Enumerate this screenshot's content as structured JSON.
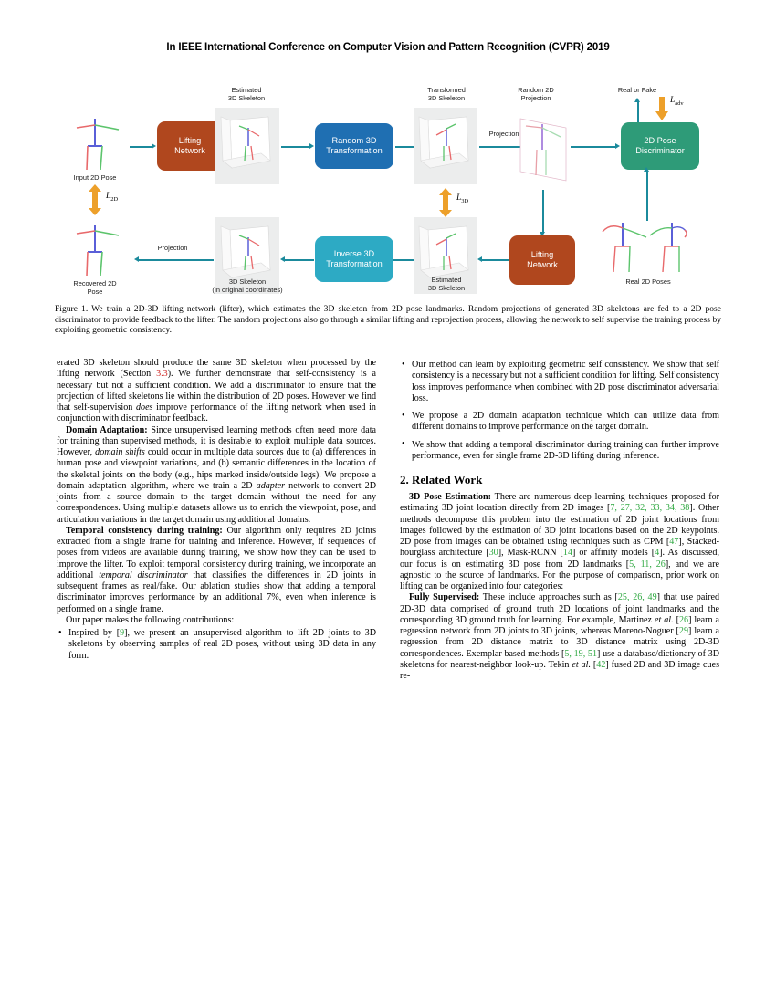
{
  "header": {
    "venue": "In IEEE International Conference on Computer Vision and Pattern Recognition (CVPR) 2019"
  },
  "figure": {
    "labels": {
      "input_2d_pose": "Input 2D Pose",
      "estimated_3d_skeleton_top": "Estimated\n3D Skeleton",
      "transformed_3d_skeleton": "Transformed\n3D Skeleton",
      "random_2d_projection": "Random 2D\nProjection",
      "real_or_fake": "Real or Fake",
      "recovered_2d_pose": "Recovered 2D\nPose",
      "skeleton_original_coords": "3D Skeleton\n(In original coordinates)",
      "estimated_3d_skeleton_bottom": "Estimated\n3D Skeleton",
      "real_2d_poses": "Real 2D Poses",
      "projection_top": "Projection",
      "projection_bottom": "Projection"
    },
    "boxes": {
      "lifting_network_top": "Lifting\nNetwork",
      "random_3d_transformation": "Random 3D\nTransformation",
      "pose_discriminator": "2D Pose\nDiscriminator",
      "inverse_3d_transformation": "Inverse 3D\nTransformation",
      "lifting_network_bottom": "Lifting\nNetwork"
    },
    "losses": {
      "l2d": "L",
      "l2d_sub": "2D",
      "l3d": "L",
      "l3d_sub": "3D",
      "ladv": "L",
      "ladv_sub": "adv"
    },
    "colors": {
      "lifting_network": "#b0471e",
      "random_transform": "#1f6fb2",
      "inverse_transform": "#2daac4",
      "discriminator": "#2e9b78",
      "arrow": "#1b8a9c",
      "loss_arrow": "#eda02a",
      "plot_bg": "#eceded",
      "limb_red": "#e8696b",
      "limb_green": "#5cc46c",
      "limb_blue": "#5a5fd8"
    },
    "caption": "Figure 1. We train a 2D-3D lifting network (lifter), which estimates the 3D skeleton from 2D pose landmarks. Random projections of generated 3D skeletons are fed to a 2D pose discriminator to provide feedback to the lifter. The random projections also go through a similar lifting and reprojection process, allowing the network to self supervise the training process by exploiting geometric consistency."
  },
  "left_column": {
    "para1_pre": "erated 3D skeleton should produce the same 3D skeleton when processed by the lifting network (Section ",
    "para1_ref": "3.3",
    "para1_post": "). We further demonstrate that self-consistency is a necessary but not a sufficient condition. We add a discriminator to ensure that the projection of lifted skeletons lie within the distribution of 2D poses. However we find that self-supervision ",
    "para1_em": "does",
    "para1_end": " improve performance of the lifting network when used in conjunction with discriminator feedback.",
    "para2_head": "Domain Adaptation:",
    "para2_a": " Since unsupervised learning methods often need more data for training than supervised methods, it is desirable to exploit multiple data sources. However, ",
    "para2_em1": "domain shifts",
    "para2_b": " could occur in multiple data sources due to (a) differences in human pose and viewpoint variations, and (b) semantic differences in the location of the skeletal joints on the body (e.g., hips marked inside/outside legs). We propose a domain adaptation algorithm, where we train a 2D ",
    "para2_em2": "adapter",
    "para2_c": " network to convert 2D joints from a source domain to the target domain without the need for any correspondences. Using multiple datasets allows us to enrich the viewpoint, pose, and articulation variations in the target domain using additional domains.",
    "para3_head": "Temporal consistency during training:",
    "para3_a": " Our algorithm only requires 2D joints extracted from a single frame for training and inference. However, if sequences of poses from videos are available during training, we show how they can be used to improve the lifter. To exploit temporal consistency during training, we incorporate an additional ",
    "para3_em": "temporal discriminator",
    "para3_b": " that classifies the differences in 2D joints in subsequent frames as real/fake. Our ablation studies show that adding a temporal discriminator improves performance by an additional 7%, even when inference is performed on a single frame.",
    "para4": "Our paper makes the following contributions:",
    "bullet1_pre": "Inspired by [",
    "bullet1_cite": "9",
    "bullet1_post": "], we present an unsupervised algorithm to lift 2D joints to 3D skeletons by observing samples of real 2D poses, without using 3D data in any form."
  },
  "right_column": {
    "bullet2": "Our method can learn by exploiting geometric self consistency. We show that self consistency is a necessary but not a sufficient condition for lifting. Self consistency loss improves performance when combined with 2D pose discriminator adversarial loss.",
    "bullet3": "We propose a 2D domain adaptation technique which can utilize data from different domains to improve performance on the target domain.",
    "bullet4": "We show that adding a temporal discriminator during training can further improve performance, even for single frame 2D-3D lifting during inference.",
    "section_title": "2. Related Work",
    "para1_head": "3D Pose Estimation:",
    "para1_a": " There are numerous deep learning techniques proposed for estimating 3D joint location directly from 2D images [",
    "para1_cites_1": "7, 27, 32, 33, 34, 38",
    "para1_b": "]. Other methods decompose this problem into the estimation of 2D joint locations from images followed by the estimation of 3D joint locations based on the 2D keypoints. 2D pose from images can be obtained using techniques such as CPM [",
    "para1_cite_47": "47",
    "para1_c": "], Stacked-hourglass architecture [",
    "para1_cite_30": "30",
    "para1_d": "], Mask-RCNN [",
    "para1_cite_14": "14",
    "para1_e": "] or affinity models [",
    "para1_cite_4": "4",
    "para1_f": "]. As discussed, our focus is on estimating 3D pose from 2D landmarks [",
    "para1_cite_5_11_26": "5, 11, 26",
    "para1_g": "], and we are agnostic to the source of landmarks. For the purpose of comparison, prior work on lifting can be organized into four categories:",
    "para2_head": "Fully Supervised:",
    "para2_a": " These include approaches such as [",
    "para2_cite_25_26_49": "25, 26, 49",
    "para2_b": "] that use paired 2D-3D data comprised of ground truth 2D locations of joint landmarks and the corresponding 3D ground truth for learning. For example, Martinez ",
    "para2_em1": "et al.",
    "para2_c": " [",
    "para2_cite_26": "26",
    "para2_d": "] learn a regression network from 2D joints to 3D joints, whereas Moreno-Noguer [",
    "para2_cite_29": "29",
    "para2_e": "] learn a regression from 2D distance matrix to 3D distance matrix using 2D-3D correspondences. Exemplar based methods [",
    "para2_cite_5_19_51": "5, 19, 51",
    "para2_f": "] use a database/dictionary of 3D skeletons for nearest-neighbor look-up. Tekin ",
    "para2_em2": "et al.",
    "para2_g": " [",
    "para2_cite_42": "42",
    "para2_h": "] fused 2D and 3D image cues re-"
  }
}
